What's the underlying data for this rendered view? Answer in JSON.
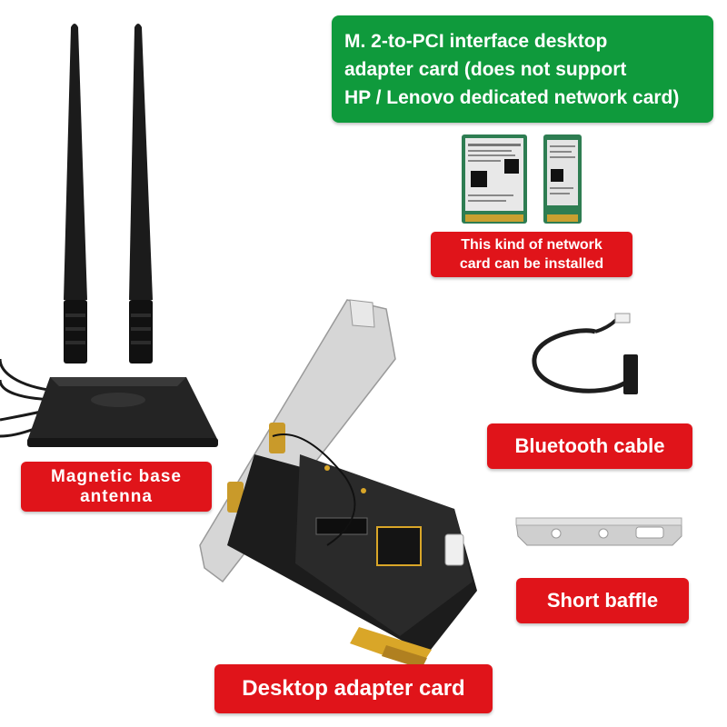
{
  "header": {
    "lines": [
      "M. 2-to-PCI interface desktop",
      "adapter card (does not support",
      "HP / Lenovo dedicated network card)"
    ]
  },
  "compatible": {
    "lines": [
      "This kind of network",
      "card can be installed"
    ]
  },
  "labels": {
    "bluetooth_cable": "Bluetooth cable",
    "antenna": [
      "Magnetic base",
      "antenna"
    ],
    "short_baffle": "Short baffle",
    "desktop_card": "Desktop adapter card"
  },
  "colors": {
    "label_red": "#e0141a",
    "label_green": "#0f9a3c",
    "pcb_black": "#1c1c1c",
    "gold": "#d9a628"
  }
}
